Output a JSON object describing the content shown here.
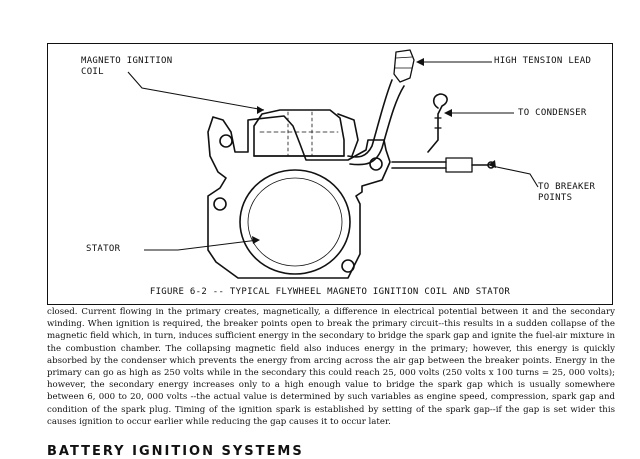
{
  "figure": {
    "labels": {
      "magneto_ignition_coil": "MAGNETO IGNITION\nCOIL",
      "high_tension_lead": "HIGH TENSION LEAD",
      "to_condenser": "TO CONDENSER",
      "to_breaker_points": "TO BREAKER\nPOINTS",
      "stator": "STATOR"
    },
    "caption": "FIGURE 6-2 -- TYPICAL FLYWHEEL MAGNETO IGNITION COIL AND STATOR"
  },
  "body": {
    "paragraph": "closed. Current flowing in the primary creates, magnetically, a difference in electrical potential between it and the secondary winding. When ignition is required, the breaker points open to break the primary circuit--this results in a sudden collapse of the magnetic field which, in turn, induces sufficient energy in the secondary to bridge the spark gap and ignite the fuel-air mixture in the combustion chamber. The collapsing magnetic field also induces energy in the primary; however, this energy is quickly absorbed by the condenser which prevents the energy from arcing across the air gap between the breaker points. Energy in the primary can go as high as 250 volts while in the secondary this could reach 25, 000 volts (250 volts x 100 turns = 25, 000 volts); however, the secondary energy increases only to a high enough value to bridge the spark gap which is usually somewhere between 6, 000 to 20, 000 volts --the actual value is determined by such variables as engine speed, compression, spark gap and condition of the spark plug. Timing of the ignition spark is established by setting of the spark gap--if the gap is set wider this causes ignition to occur earlier while reducing the gap causes it to occur later.",
    "next_heading": "BATTERY IGNITION SYSTEMS"
  }
}
